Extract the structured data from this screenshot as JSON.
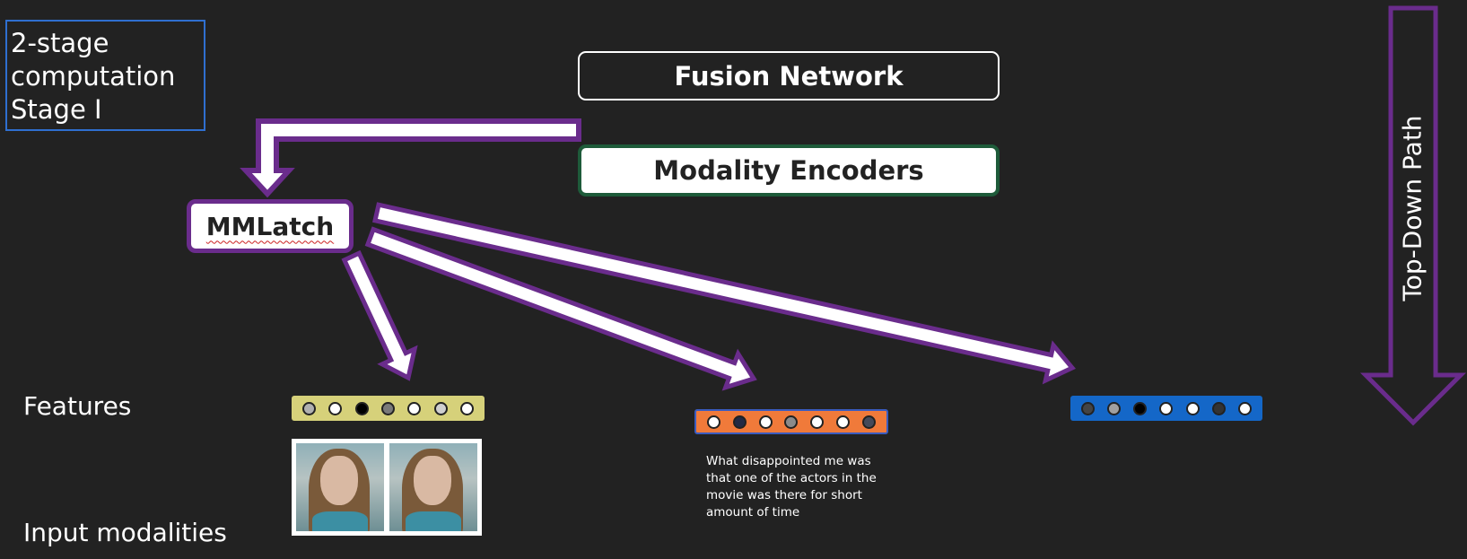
{
  "stage": {
    "lines": [
      "2-stage",
      "computation",
      "Stage I"
    ]
  },
  "boxes": {
    "fusion": "Fusion Network",
    "encoders": "Modality Encoders",
    "mmlatch": "MMLatch"
  },
  "labels": {
    "features": "Features",
    "input_modalities": "Input modalities",
    "top_down": "Top-Down Path"
  },
  "modalities": {
    "visual": {
      "vector_color": "#d6d17a",
      "dots": [
        "#b0b0b0",
        "#ffffff",
        "#000000",
        "#7a7a7a",
        "#ffffff",
        "#cfcfcf",
        "#ffffff"
      ]
    },
    "text": {
      "vector_color": "#f07a3a",
      "dots": [
        "#ffffff",
        "#222a44",
        "#ffffff",
        "#8a8a8a",
        "#ffffff",
        "#ffffff",
        "#444a5a"
      ],
      "transcript": "What disappointed me was that one of the actors in the movie was there for short amount of time"
    },
    "audio": {
      "vector_color": "#1467c8",
      "dots": [
        "#444444",
        "#a0a0a0",
        "#000000",
        "#ffffff",
        "#ffffff",
        "#333333",
        "#ffffff"
      ]
    }
  },
  "colors": {
    "background": "#222222",
    "arrow_outline": "#6a2c8c",
    "arrow_fill": "#ffffff",
    "stage_border": "#2f6fd0",
    "encoder_border": "#1e5b3a"
  }
}
